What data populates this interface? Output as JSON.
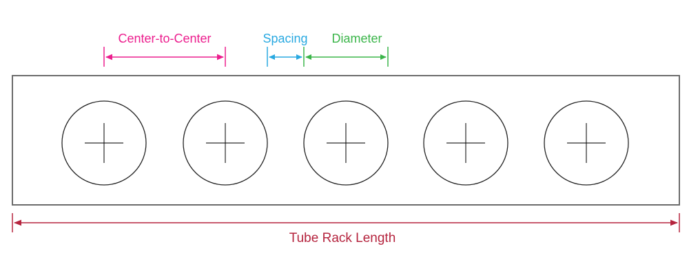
{
  "diagram": {
    "labels": {
      "center_to_center": "Center-to-Center",
      "spacing": "Spacing",
      "diameter": "Diameter",
      "tube_rack_length": "Tube Rack Length"
    },
    "colors": {
      "magenta_accent": "#ec1e8e",
      "pink_band": "#f077b6",
      "blue_accent": "#29a9e1",
      "blue_band": "#8ed9f6",
      "green_accent": "#3bb54a",
      "green_band": "#a3daa6",
      "dark_red_accent": "#b5243e",
      "rack_border": "#6b6b6b",
      "hole_outline": "#222222",
      "hole_crosshair": "rgba(0,0,0,0.6)",
      "background": "#ffffff"
    },
    "hole_count": 5
  }
}
